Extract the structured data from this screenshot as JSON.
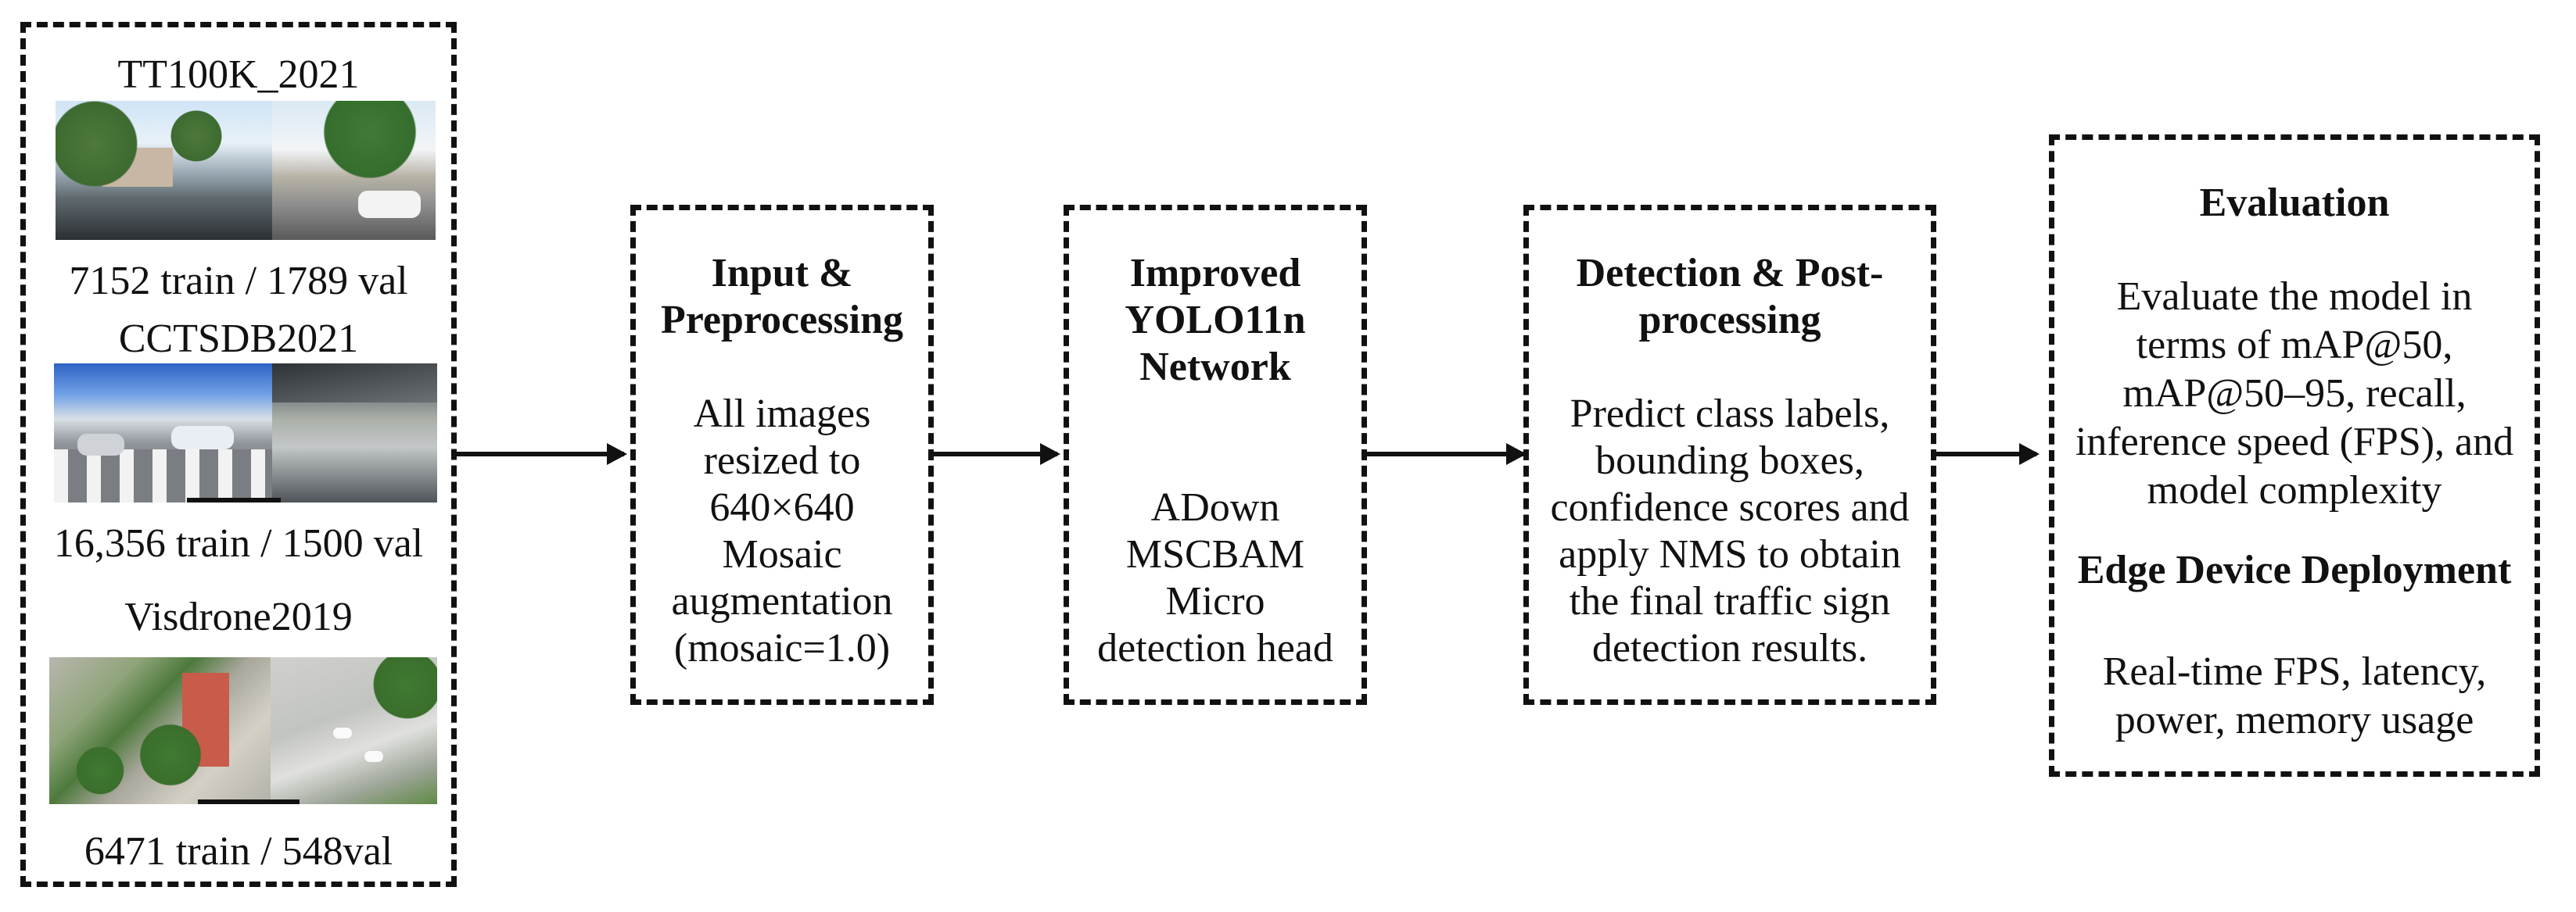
{
  "datasets": {
    "tt100k": {
      "title": "TT100K_2021",
      "caption": "7152 train / 1789 val"
    },
    "cctsdb": {
      "title": "CCTSDB2021",
      "caption": "16,356 train / 1500 val"
    },
    "visdrone": {
      "title": "Visdrone2019",
      "caption": "6471 train / 548val"
    }
  },
  "input": {
    "title_line1": "Input &",
    "title_line2": "Preprocessing",
    "body": [
      "All images",
      "resized to",
      "640×640",
      "Mosaic",
      "augmentation",
      "(mosaic=1.0)"
    ]
  },
  "network": {
    "title_line1": "Improved",
    "title_line2": "YOLO11n",
    "title_line3": "Network",
    "body": [
      "ADown",
      "MSCBAM",
      "Micro",
      "detection head"
    ]
  },
  "detection": {
    "title_line1": "Detection & Post-",
    "title_line2": "processing",
    "body": [
      "Predict class labels,",
      "bounding boxes,",
      "confidence scores and",
      "apply NMS to obtain",
      "the final traffic sign",
      "detection results."
    ]
  },
  "evaluation": {
    "title": "Evaluation",
    "body": [
      "Evaluate the model in",
      "terms of mAP@50,",
      "mAP@50–95, recall,",
      "inference speed (FPS), and",
      "model complexity"
    ],
    "deploy_title": "Edge Device Deployment",
    "deploy_body": [
      "Real-time FPS, latency,",
      "power, memory usage"
    ]
  }
}
